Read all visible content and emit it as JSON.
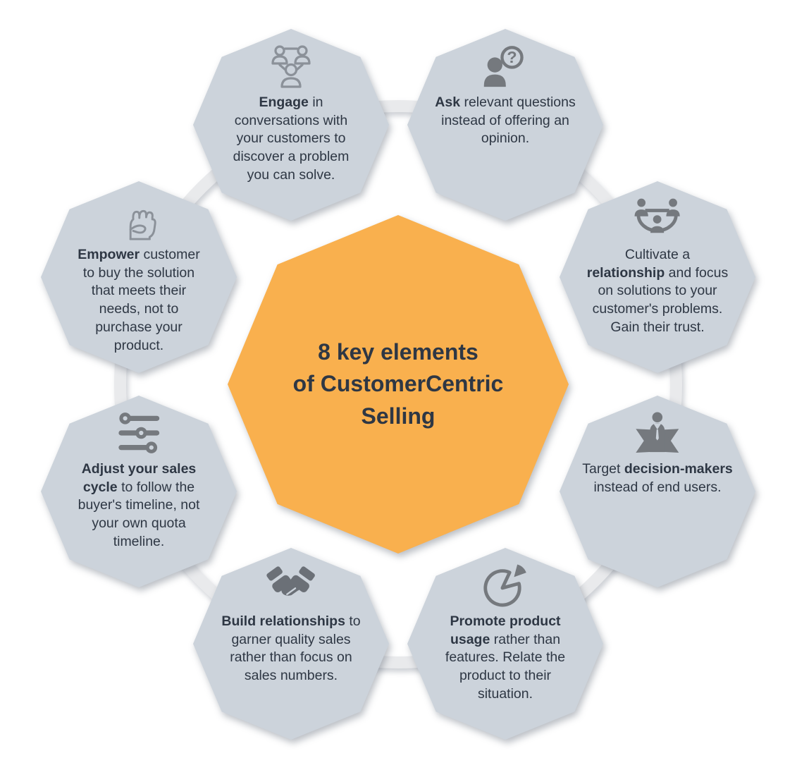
{
  "colors": {
    "node_fill": "#ccd3db",
    "center_fill": "#f9b04e",
    "ring": "#e9eaec",
    "text": "#2e3744",
    "icon_fill": "#75797e",
    "icon_outline": "#8b9199",
    "icon_dark": "#6b7077",
    "background": "#ffffff"
  },
  "center": {
    "title": "8 key elements\nof CustomerCentric\nSelling"
  },
  "nodes": [
    {
      "id": "engage",
      "icon": "people-network-icon",
      "segments": [
        {
          "text": "Engage",
          "bold": true
        },
        {
          "text": " in\nconversations with\nyour customers to\ndiscover a problem\nyou can solve.",
          "bold": false
        }
      ]
    },
    {
      "id": "ask",
      "icon": "person-question-icon",
      "segments": [
        {
          "text": "Ask",
          "bold": true
        },
        {
          "text": " relevant questions\ninstead of offering an\nopinion.",
          "bold": false
        }
      ]
    },
    {
      "id": "relationship",
      "icon": "group-connection-icon",
      "segments": [
        {
          "text": "Cultivate a\n",
          "bold": false
        },
        {
          "text": "relationship",
          "bold": true
        },
        {
          "text": " and focus\non solutions to your\ncustomer's problems.\nGain their trust.",
          "bold": false
        }
      ]
    },
    {
      "id": "decision-makers",
      "icon": "businessman-arrows-icon",
      "segments": [
        {
          "text": "Target ",
          "bold": false
        },
        {
          "text": "decision-makers",
          "bold": true
        },
        {
          "text": "\ninstead of end users.",
          "bold": false
        }
      ]
    },
    {
      "id": "promote",
      "icon": "pie-chart-icon",
      "segments": [
        {
          "text": "Promote product\nusage",
          "bold": true
        },
        {
          "text": " rather than\nfeatures. Relate the\nproduct to their\nsituation.",
          "bold": false
        }
      ]
    },
    {
      "id": "build",
      "icon": "handshake-icon",
      "segments": [
        {
          "text": "Build relationships",
          "bold": true
        },
        {
          "text": " to\ngarner quality sales\nrather than focus on\nsales numbers.",
          "bold": false
        }
      ]
    },
    {
      "id": "adjust",
      "icon": "sliders-icon",
      "segments": [
        {
          "text": "Adjust your sales\ncycle",
          "bold": true
        },
        {
          "text": " to follow the\nbuyer's timeline, not\nyour own quota\ntimeline.",
          "bold": false
        }
      ]
    },
    {
      "id": "empower",
      "icon": "fist-icon",
      "segments": [
        {
          "text": "Empower",
          "bold": true
        },
        {
          "text": " customer\nto buy the solution\nthat meets their\nneeds, not to\npurchase your\nproduct.",
          "bold": false
        }
      ]
    }
  ]
}
